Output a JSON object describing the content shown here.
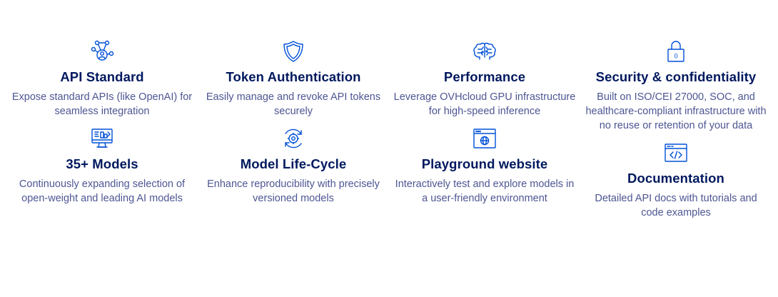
{
  "colors": {
    "icon": "#0050d7",
    "title": "#00185e",
    "description": "#4d5693",
    "background": "#ffffff"
  },
  "columns": [
    {
      "features": [
        {
          "icon": "network-users-icon",
          "title": "API Standard",
          "description": "Expose standard APIs (like OpenAI) for seamless integration"
        },
        {
          "icon": "monitor-chart-icon",
          "title": "35+ Models",
          "description": "Continuously expanding selection of open-weight and leading AI models"
        }
      ]
    },
    {
      "features": [
        {
          "icon": "shield-icon",
          "title": "Token Authentication",
          "description": "Easily manage and revoke API tokens securely"
        },
        {
          "icon": "gear-cycle-icon",
          "title": "Model Life-Cycle",
          "description": "Enhance reproducibility with precisely versioned models"
        }
      ]
    },
    {
      "features": [
        {
          "icon": "brain-icon",
          "title": "Performance",
          "description": "Leverage OVHcloud GPU infrastructure for high-speed inference"
        },
        {
          "icon": "browser-globe-icon",
          "title": "Playground website",
          "description": "Interactively test and explore models in a user-friendly environment"
        }
      ]
    },
    {
      "features": [
        {
          "icon": "padlock-icon",
          "icon_text": "0",
          "title": "Security & confidentiality",
          "description": "Built on ISO/CEI 27000, SOC, and healthcare-compliant infrastructure with no reuse or retention of your data"
        },
        {
          "icon": "code-window-icon",
          "title": "Documentation",
          "description": "Detailed API docs with tutorials and code examples"
        }
      ]
    }
  ]
}
